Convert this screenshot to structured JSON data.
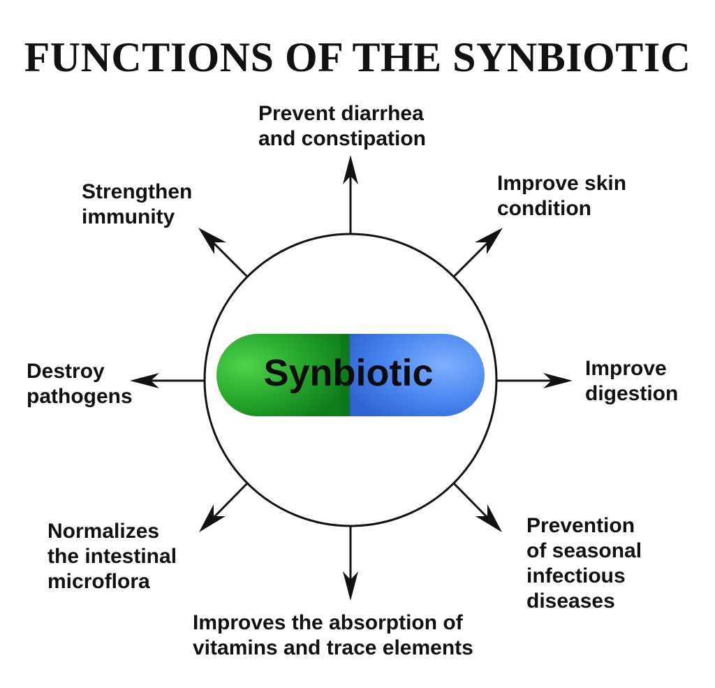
{
  "title": "FUNCTIONS OF THE SYNBIOTIC",
  "center_label": "Synbiotic",
  "colors": {
    "capsule_green": "#1f9a2c",
    "capsule_blue": "#4a86f0",
    "line": "#111111"
  },
  "functions": [
    "Prevent diarrhea\nand constipation",
    "Improve skin\ncondition",
    "Improve\ndigestion",
    "Prevention\nof seasonal\ninfectious\ndiseases",
    "Improves the absorption of\nvitamins and trace elements",
    "Normalizes\nthe intestinal\nmicroflora",
    "Destroy\npathogens",
    "Strengthen\nimmunity"
  ]
}
